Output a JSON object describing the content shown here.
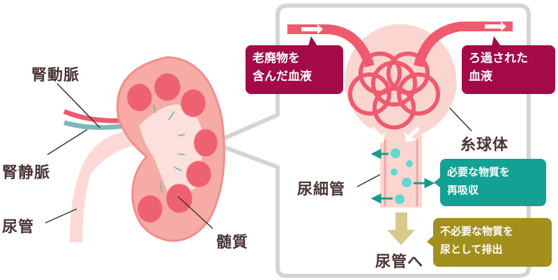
{
  "labels": {
    "renal_artery": "腎動脈",
    "renal_vein": "腎静脈",
    "ureter": "尿管",
    "medulla": "髄質",
    "glomerulus": "糸球体",
    "renal_tubule": "尿細管",
    "to_ureter": "尿管へ"
  },
  "callouts": {
    "waste_blood": {
      "line1": "老廃物を",
      "line2": "含んだ血液"
    },
    "filtered_blood": {
      "line1": "ろ過された",
      "line2": "血液"
    },
    "reabsorb": {
      "line1": "必要な物質を",
      "line2": "再吸収"
    },
    "excrete": {
      "line1": "不必要な物質を",
      "line2": "尿として排出"
    }
  },
  "colors": {
    "callout_blood": "#a30a47",
    "callout_reabsorb": "#13a193",
    "callout_excrete": "#a38f1e",
    "vessel": "#ef5a6e",
    "vein": "#7fb8b8",
    "particle": "#5fdad0"
  }
}
